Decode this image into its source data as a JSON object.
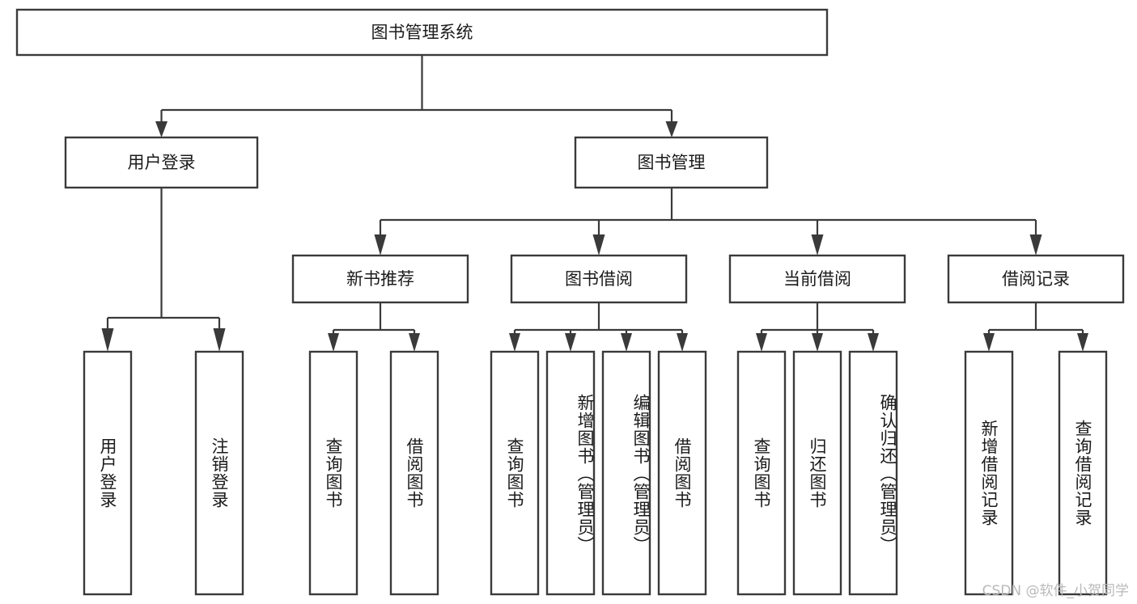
{
  "diagram": {
    "title": "图书管理系统",
    "type": "tree",
    "root": {
      "label": "图书管理系统",
      "children": [
        {
          "label": "用户登录",
          "children": [
            {
              "label": "用户登录",
              "orientation": "vertical"
            },
            {
              "label": "注销登录",
              "orientation": "vertical"
            }
          ]
        },
        {
          "label": "图书管理",
          "children": [
            {
              "label": "新书推荐",
              "children": [
                {
                  "label": "查询图书",
                  "orientation": "vertical"
                },
                {
                  "label": "借阅图书",
                  "orientation": "vertical"
                }
              ]
            },
            {
              "label": "图书借阅",
              "children": [
                {
                  "label": "查询图书",
                  "orientation": "vertical"
                },
                {
                  "label": "新增图书（管理员）",
                  "orientation": "vertical"
                },
                {
                  "label": "编辑图书（管理员）",
                  "orientation": "vertical"
                },
                {
                  "label": "借阅图书",
                  "orientation": "vertical"
                }
              ]
            },
            {
              "label": "当前借阅",
              "children": [
                {
                  "label": "查询图书",
                  "orientation": "vertical"
                },
                {
                  "label": "归还图书",
                  "orientation": "vertical"
                },
                {
                  "label": "确认归还（管理员）",
                  "orientation": "vertical"
                }
              ]
            },
            {
              "label": "借阅记录",
              "children": [
                {
                  "label": "新增借阅记录",
                  "orientation": "vertical"
                },
                {
                  "label": "查询借阅记录",
                  "orientation": "vertical"
                }
              ]
            }
          ]
        }
      ]
    }
  },
  "nodes": {
    "root": "图书管理系统",
    "l1": [
      "用户登录",
      "图书管理"
    ],
    "l2": [
      "新书推荐",
      "图书借阅",
      "当前借阅",
      "借阅记录"
    ],
    "leaves": {
      "login": [
        "用户登录",
        "注销登录"
      ],
      "recommend": [
        "查询图书",
        "借阅图书"
      ],
      "borrow": [
        "查询图书",
        "新增图书（管理员）",
        "编辑图书（管理员）",
        "借阅图书"
      ],
      "current": [
        "查询图书",
        "归还图书",
        "确认归还（管理员）"
      ],
      "record": [
        "新增借阅记录",
        "查询借阅记录"
      ]
    }
  },
  "watermark": {
    "text": "CSDN @软件_小贺同学"
  },
  "colors": {
    "stroke": "#3a3a3a",
    "text": "#1b1b1b",
    "background": "#ffffff",
    "watermark": "#b9b9b9"
  }
}
